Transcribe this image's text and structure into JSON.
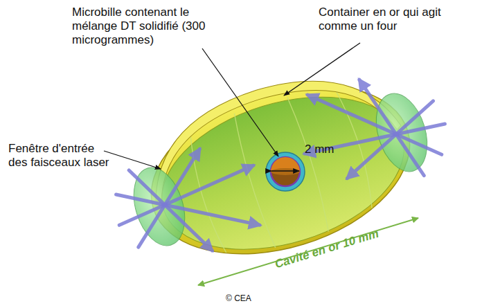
{
  "diagram": {
    "labels": [
      "Microbille contenant le mélange DT solidifié (300 microgrammes)",
      "Container en or qui agit comme un four",
      "Fenêtre d'entrée des faisceaux laser",
      "2 mm",
      "Cavité en or 10 mm",
      "© CEA"
    ]
  }
}
